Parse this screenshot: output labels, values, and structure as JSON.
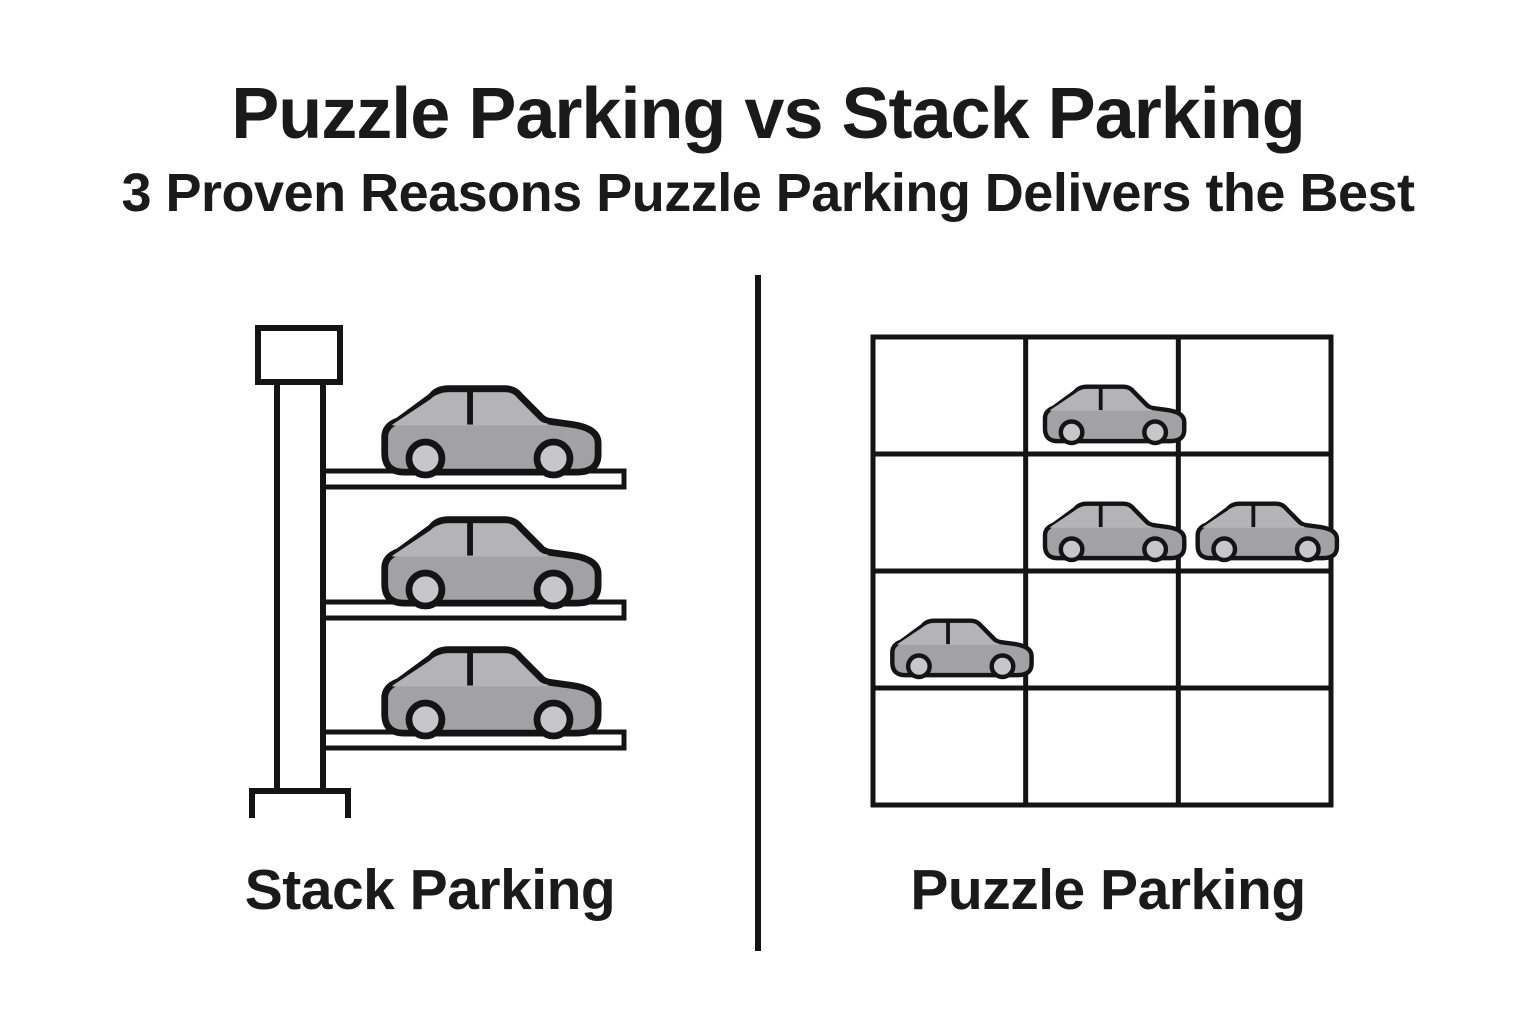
{
  "header": {
    "title": "Puzzle Parking vs Stack Parking",
    "subtitle": "3 Proven Reasons Puzzle Parking Delivers the Best"
  },
  "sections": {
    "stack": {
      "label": "Stack Parking",
      "levels": 3,
      "cars_parked": 3
    },
    "puzzle": {
      "label": "Puzzle Parking",
      "grid_rows": 4,
      "grid_cols": 3,
      "cars_parked": 4,
      "occupied_cells": [
        {
          "row": 1,
          "col": 2
        },
        {
          "row": 2,
          "col": 2
        },
        {
          "row": 2,
          "col": 3
        },
        {
          "row": 3,
          "col": 1
        }
      ]
    }
  },
  "icons": {
    "car": "car-side-icon"
  },
  "colors": {
    "ink": "#141414",
    "text": "#1a1a1a",
    "car_body": "#a2a2a4",
    "car_cabin": "#b4b4b6",
    "wheel_hub": "#c7c7c9",
    "background": "#ffffff"
  }
}
